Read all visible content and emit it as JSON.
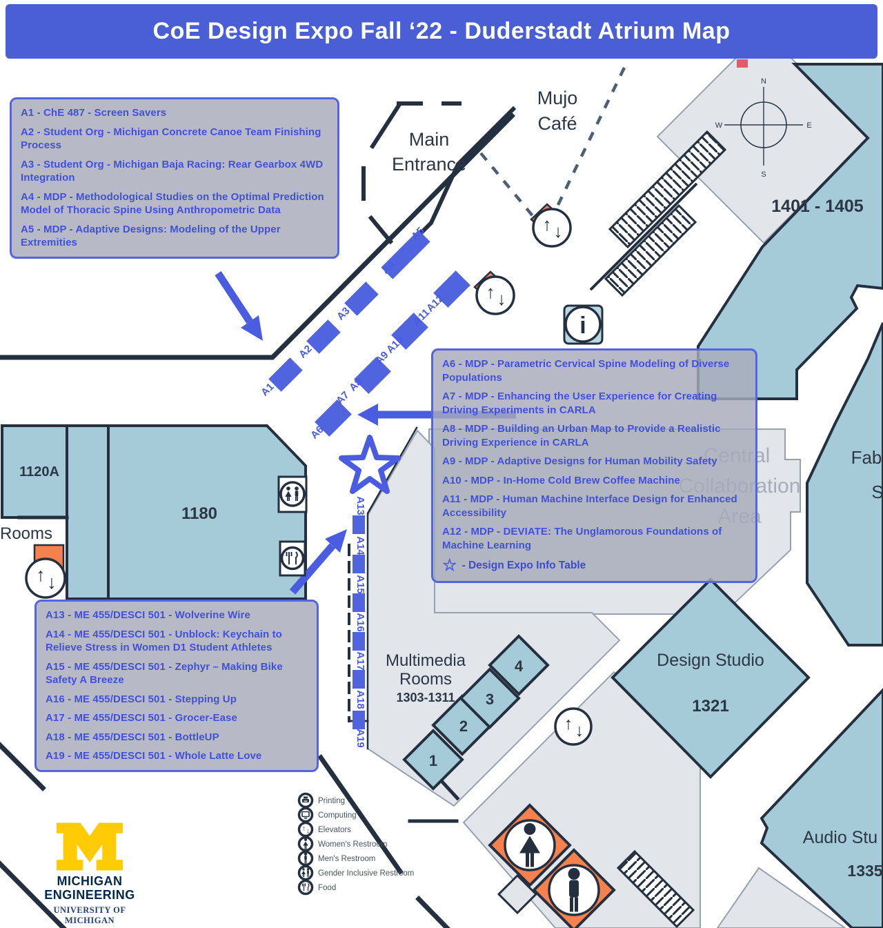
{
  "header": {
    "title": "CoE Design Expo Fall ‘22 - Duderstadt Atrium Map"
  },
  "legend": {
    "box1": {
      "items": [
        "A1 - ChE 487 - Screen Savers",
        "A2 - Student Org - Michigan Concrete Canoe Team Finishing Process",
        "A3 - Student Org - Michigan Baja Racing: Rear Gearbox 4WD Integration",
        "A4 - MDP - Methodological Studies on the Optimal Prediction Model of Thoracic Spine Using Anthropometric Data",
        "A5 - MDP - Adaptive Designs: Modeling of the Upper Extremities"
      ]
    },
    "box2": {
      "items": [
        "A6 - MDP - Parametric Cervical Spine Modeling of Diverse Populations",
        "A7 - MDP - Enhancing the User Experience for Creating Driving Experiments in CARLA",
        "A8 - MDP - Building an Urban Map to Provide a Realistic Driving Experience in CARLA",
        "A9 - MDP - Adaptive Designs for Human Mobility Safety",
        "A10 - MDP - In-Home Cold Brew Coffee Machine",
        "A11 - MDP - Human Machine Interface Design for Enhanced Accessibility",
        "A12 - MDP - DEVIATE: The Unglamorous Foundations of Machine Learning"
      ],
      "star_item": "- Design Expo Info Table"
    },
    "box3": {
      "items": [
        "A13 - ME 455/DESCI 501 - Wolverine Wire",
        "A14 - ME 455/DESCI 501 - Unblock: Keychain to Relieve Stress in Women D1 Student Athletes",
        "A15 - ME 455/DESCI 501 - Zephyr – Making Bike Safety A Breeze",
        "A16 - ME 455/DESCI 501 - Stepping Up",
        "A17 - ME 455/DESCI 501 - Grocer-Ease",
        "A18 - ME 455/DESCI 501 - BottleUP",
        "A19 - ME 455/DESCI 501 - Whole Latte Love"
      ]
    }
  },
  "map": {
    "main_entrance": {
      "line1": "Main",
      "line2": "Entrance"
    },
    "mujo_cafe": {
      "line1": "Mujo",
      "line2": "Café"
    },
    "room_1401_1405": "1401 - 1405",
    "room_1120a": "1120A",
    "room_1180": "1180",
    "rooms_label": "Rooms",
    "central_collaboration": {
      "line1": "Central",
      "line2": "Collaboration",
      "line3": "Area"
    },
    "fabrication_partial": {
      "line1": "Fab",
      "line2": "S"
    },
    "multimedia": {
      "line1": "Multimedia",
      "line2": "Rooms",
      "number": "1303-1311",
      "cells": [
        "1",
        "2",
        "3",
        "4"
      ]
    },
    "design_studio": {
      "name": "Design Studio",
      "number": "1321"
    },
    "audio_studio": {
      "name": "Audio Stu",
      "number": "1335"
    },
    "compass": {
      "n": "N",
      "e": "E",
      "s": "S",
      "w": "W"
    },
    "booths_row1": [
      "A1",
      "A2",
      "A3",
      "A4",
      "A5"
    ],
    "booths_row2": [
      "A6",
      "A7",
      "A8",
      "A9",
      "A10",
      "A11",
      "A12"
    ],
    "booths_col": [
      "A13",
      "A14",
      "A15",
      "A16",
      "A17",
      "A18",
      "A19"
    ],
    "icons": {
      "info": "i",
      "elevator_up": "↑",
      "elevator_down": "↓",
      "star": "☆"
    }
  },
  "map_key": {
    "items": [
      {
        "icon": "printer-icon",
        "label": "Printing"
      },
      {
        "icon": "computer-icon",
        "label": "Computing"
      },
      {
        "icon": "elevator-icon",
        "label": "Elevators"
      },
      {
        "icon": "womens-restroom-icon",
        "label": "Women's Restroom"
      },
      {
        "icon": "mens-restroom-icon",
        "label": "Men's Restroom"
      },
      {
        "icon": "gender-inclusive-restroom-icon",
        "label": "Gender Inclusive Restroom"
      },
      {
        "icon": "food-icon",
        "label": "Food"
      }
    ]
  },
  "logo": {
    "m": "M",
    "line1": "MICHIGAN",
    "line2": "ENGINEERING",
    "line3": "UNIVERSITY OF MICHIGAN"
  },
  "colors": {
    "header_bg": "#4a5fd6",
    "accent_blue": "#4a5ce0",
    "room_teal": "#a6cbd8",
    "wall_navy": "#24303f",
    "floor_gray": "#e2e6eb",
    "orange": "#f5814f",
    "maize": "#ffcb05",
    "navy_logo": "#00274c"
  }
}
